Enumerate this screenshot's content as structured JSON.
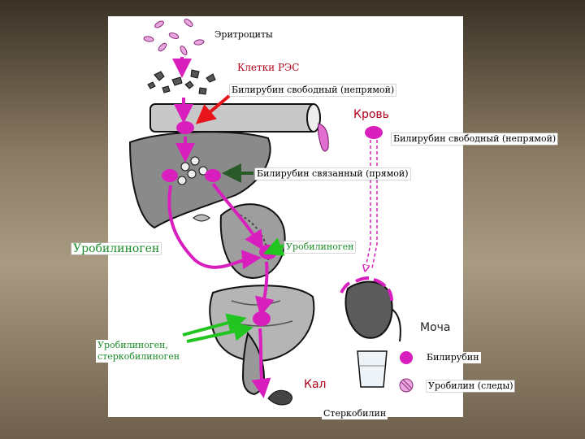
{
  "labels": {
    "erythrocytes": "Эритроциты",
    "res_cells": "Клетки РЭС",
    "bilirubin_free_1": "Билирубин свободный (непрямой)",
    "blood": "Кровь",
    "bilirubin_free_2": "Билирубин свободный (непрямой)",
    "bilirubin_bound": "Билирубин связанный (прямой)",
    "urobilinogen_large": "Уробилиноген",
    "urobilinogen_small": "Уробилиноген",
    "urine": "Моча",
    "urobilinogen_sterco_line1": "Уробилиноген,",
    "urobilinogen_sterco_line2": "стеркобилиноген",
    "bilirubin": "Билирубин",
    "feces": "Кал",
    "urobilin_traces": "Уробилин (следы)",
    "stercobilin": "Стеркобилин"
  },
  "colors": {
    "magenta": "#d81fbe",
    "magenta_light": "#e86ad8",
    "red_arrow": "#e8141c",
    "green_arrow": "#22c41f",
    "dark_green_arrow": "#2a5a2a",
    "background_panel": "#ffffff",
    "label_red": "#b0001a",
    "label_green": "#1c8c2a"
  }
}
